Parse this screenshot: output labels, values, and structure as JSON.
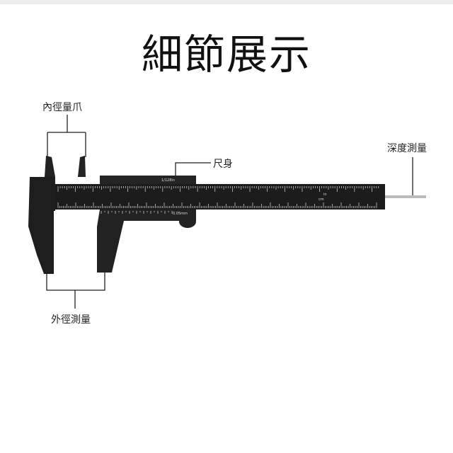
{
  "title": "細節展示",
  "labels": {
    "inner_jaw": "內徑量爪",
    "main_scale": "尺身",
    "depth": "深度測量",
    "outer": "外徑測量"
  },
  "scale_marks": {
    "inch_unit": "in",
    "cm_unit": "cm",
    "vernier_inch": "1/128in",
    "vernier_mm": "0.05mm"
  }
}
